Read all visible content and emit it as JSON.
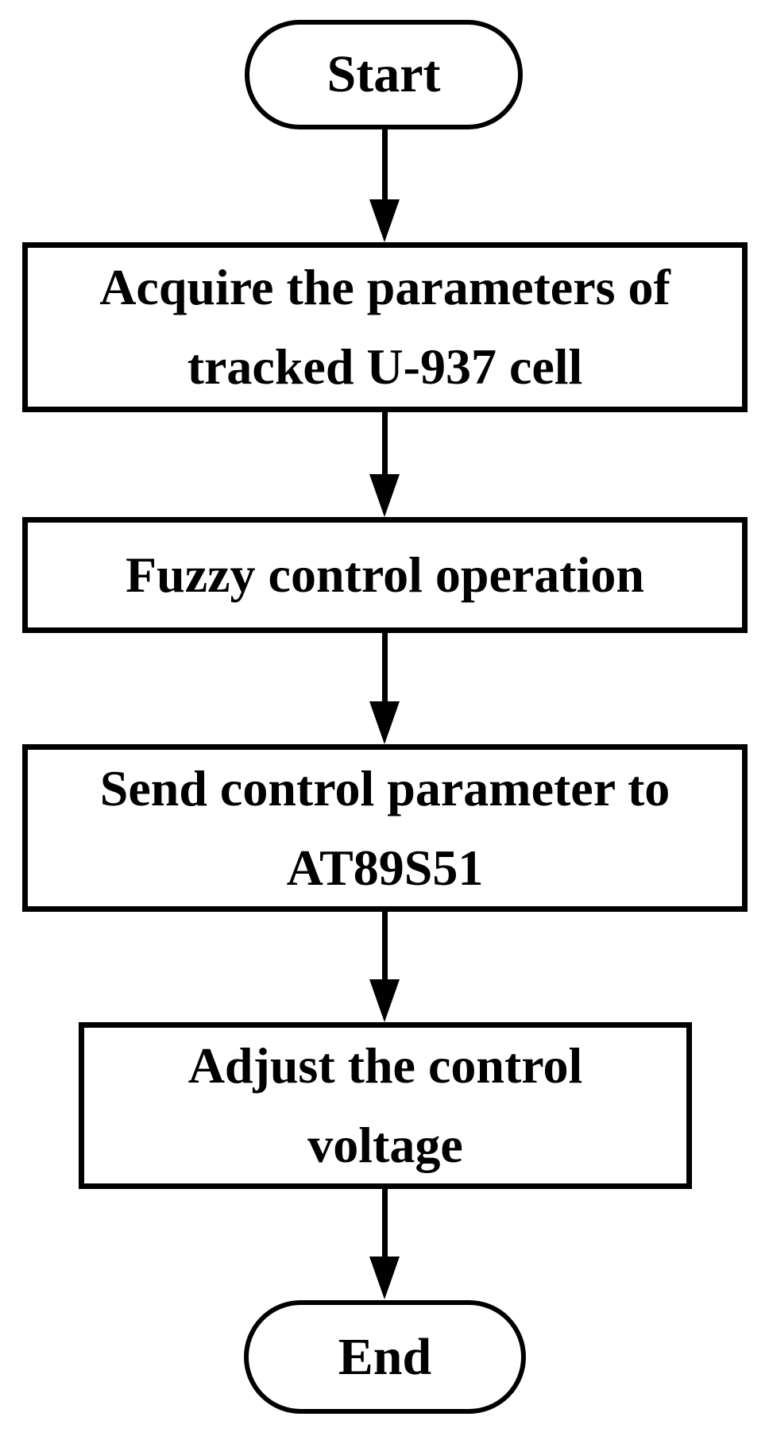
{
  "figure": {
    "type": "flowchart",
    "colors": {
      "stroke": "#000000",
      "background": "#ffffff",
      "text": "#000000"
    },
    "nodes": [
      {
        "id": "start",
        "shape": "terminator",
        "label": "Start"
      },
      {
        "id": "acquire",
        "shape": "process",
        "label": "Acquire the parameters of\ntracked U-937 cell"
      },
      {
        "id": "fuzzy",
        "shape": "process",
        "label": "Fuzzy control operation"
      },
      {
        "id": "send",
        "shape": "process",
        "label": "Send control parameter to\nAT89S51"
      },
      {
        "id": "adjust",
        "shape": "process",
        "label": "Adjust the control\nvoltage"
      },
      {
        "id": "end",
        "shape": "terminator",
        "label": "End"
      }
    ],
    "edges": [
      {
        "from": "start",
        "to": "acquire",
        "direction": "down"
      },
      {
        "from": "acquire",
        "to": "fuzzy",
        "direction": "down"
      },
      {
        "from": "fuzzy",
        "to": "send",
        "direction": "down"
      },
      {
        "from": "send",
        "to": "adjust",
        "direction": "down"
      },
      {
        "from": "adjust",
        "to": "end",
        "direction": "down"
      }
    ]
  }
}
